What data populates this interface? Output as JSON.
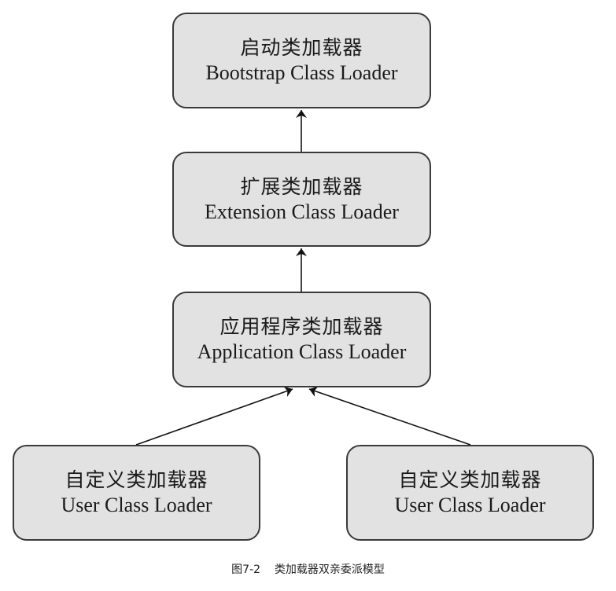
{
  "nodes": {
    "bootstrap": {
      "zh": "启动类加载器",
      "en": "Bootstrap Class Loader"
    },
    "extension": {
      "zh": "扩展类加载器",
      "en": "Extension Class Loader"
    },
    "application": {
      "zh": "应用程序类加载器",
      "en": "Application Class Loader"
    },
    "user_left": {
      "zh": "自定义类加载器",
      "en": "User Class Loader"
    },
    "user_right": {
      "zh": "自定义类加载器",
      "en": "User Class Loader"
    }
  },
  "edges": [
    {
      "from": "extension",
      "to": "bootstrap"
    },
    {
      "from": "application",
      "to": "extension"
    },
    {
      "from": "user_left",
      "to": "application"
    },
    {
      "from": "user_right",
      "to": "application"
    }
  ],
  "caption": {
    "number": "图7-2",
    "title": "类加载器双亲委派模型"
  }
}
